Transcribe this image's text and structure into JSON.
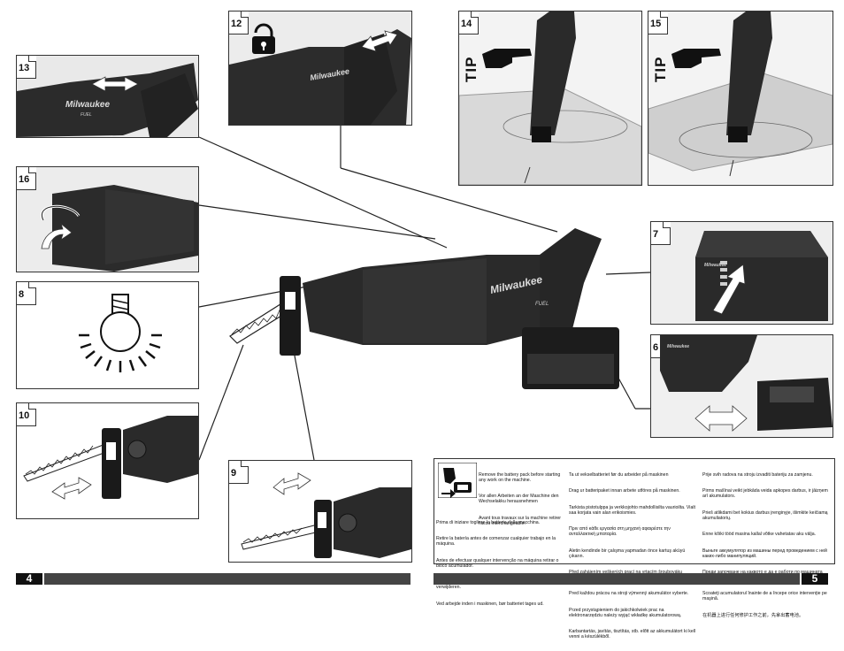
{
  "pages": {
    "left_number": "4",
    "right_number": "5"
  },
  "figures": {
    "fig12": "12",
    "fig13": "13",
    "fig14": "14",
    "fig15": "15",
    "fig16": "16",
    "fig7": "7",
    "fig6": "6",
    "fig8": "8",
    "fig10": "10",
    "fig9": "9",
    "tip14": "TIP",
    "tip15": "TIP"
  },
  "tool_labels": {
    "brand": "Milwaukee",
    "series": "FUEL"
  },
  "notice": {
    "col1": [
      "Remove the battery pack before starting any work on the machine.",
      "Vor allen Arbeiten an der Maschine den Wechselakku herausnehmen",
      "Avant tous travaux sur la machine retirer l'accu interchangeable.",
      "Prima di iniziare togliere la batteria dalla macchina.",
      "Retire la batería antes de comenzar cualquier trabajo en la máquina.",
      "Antes de efectuar qualquer intervenção na máquina retirar o bloco acumulador.",
      "Voor alle werkzaamheden aan de machine de akku verwijderen.",
      "Ved arbejde inden i maskinen, bør batteriet tages ud."
    ],
    "col2": [
      "Ta ut vekselbatteriet før du arbeider på maskinen",
      "Drag ur batteripaket innan arbete utföres på maskinen.",
      "Tarkista pistotulppa ja verkkojohto mahdollisilta vaurioilta. Vialt saa korjata vain alan erikoismies.",
      "Πριν από κάθε εργασία στη μηχανή αφαιρέστε την ανταλλακτική μπαταρία.",
      "Aletin kendinde bir çalışma yapmadan önce kartuş aküyü çıkarın.",
      "Před zahájením veškerých prací na vrtacím šroubováku vyjmout výměnný akumulátor.",
      "Pred každou prácou na stroji výmenný akumulátor vyberte.",
      "Przed przystąpieniem do jakichkolwiek prac na elektronarzędziu należy wyjąć wkładkę akumulatorową.",
      "Karbantartás, javítás, tisztítás, stb. előtt az akkumulátort ki kell venni a készülékből."
    ],
    "col3": [
      "Prije svih radova na stroju izvaditi bateriju za zamjenu.",
      "Pirms mašīnai veikt jebkāda veida apkopes darbus, ir jāizņem arī akumulators.",
      "Prieš atlikdami bet kokius darbus įrenginyje, išimkite keičiamą akumuliatorių.",
      "Enne kõiki tööd masina kallal võtke vahetatav aku välja.",
      "Выньте аккумулятор из машины перед проведением с ней каких-либо манипуляций.",
      "Преди започване на каквото е да е работи по машината извадете акумулатора.",
      "Scoateţi acumulatorul înainte de a începe orice intervenţie pe maşină.",
      "在机器上进行任何修护工作之前，先拿出蓄电池。"
    ]
  }
}
